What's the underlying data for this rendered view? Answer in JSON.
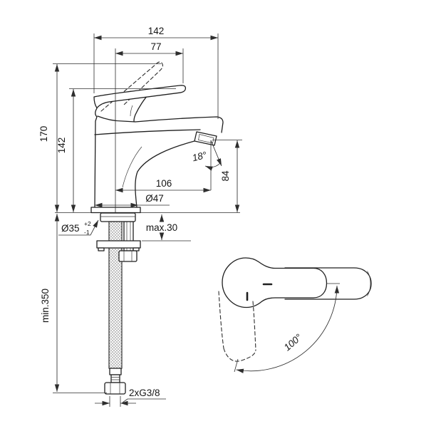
{
  "colors": {
    "line": "#1f1f1f",
    "dimension": "#2e2e2e",
    "background": "#ffffff"
  },
  "side": {
    "dims": {
      "total_width": "142",
      "handle_width": "77",
      "total_height": "170",
      "body_height": "142",
      "spout_reach": "106",
      "base_diameter": "Ø47",
      "spout_height": "84",
      "spray_angle": "18°",
      "mount_max": "max.30",
      "hole_diameter": "Ø35",
      "hole_tol_plus": "+2",
      "hole_tol_minus": "-1",
      "hose_min_length": "min.350",
      "thread": "2xG3/8"
    }
  },
  "top": {
    "swivel_angle": "100°"
  }
}
